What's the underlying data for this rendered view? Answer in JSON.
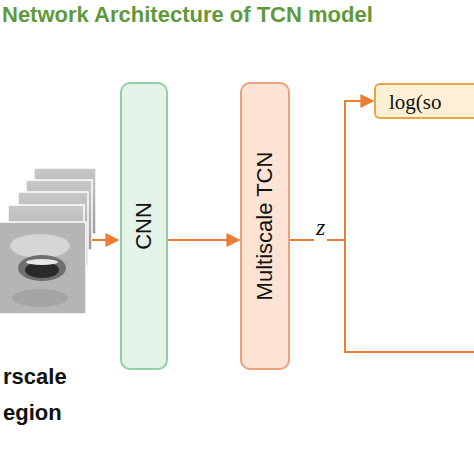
{
  "diagram": {
    "title": "Network Architecture  of TCN model",
    "nodes": [
      {
        "text": [
          "CNN"
        ]
      },
      {
        "text": [
          "Multiscale TCN"
        ]
      },
      {
        "text": [
          "log(so"
        ]
      }
    ],
    "edges": [
      {
        "from": 0,
        "to": 1,
        "arrow": "to"
      },
      {
        "from": 1,
        "to": 2,
        "arrow": "to"
      }
    ],
    "labels": [
      "z",
      "rscale",
      "egion"
    ]
  }
}
